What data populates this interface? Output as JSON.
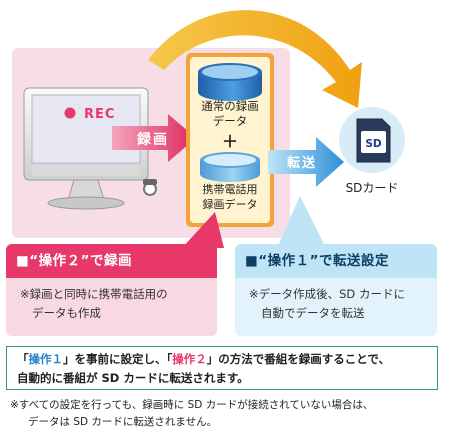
{
  "diagram": {
    "rec_screen_label": "REC",
    "record_arrow_label": "録画",
    "top_disk_label_line1": "通常の録画",
    "top_disk_label_line2": "データ",
    "plus_sign": "＋",
    "bottom_disk_label_line1": "携帯電話用",
    "bottom_disk_label_line2": "録画データ",
    "transfer_arrow_label": "転送",
    "sd_card_text": "SD",
    "sd_card_caption": "SDカード"
  },
  "callouts": {
    "recording": {
      "title": "■“操作２”で録画",
      "body_line1": "※録画と同時に携帯電話用の",
      "body_line2": "データも作成"
    },
    "transfer": {
      "title": "■“操作１”で転送設定",
      "body_line1": "※データ作成後、SD カードに",
      "body_line2": "自動でデータを転送"
    }
  },
  "summary": {
    "open_bracket_1": "「",
    "op1": "操作１",
    "mid_1": "」を事前に設定し、「",
    "op2": "操作２",
    "mid_2": "」の方法で番組を録画することで、",
    "line2": "自動的に番組が SD カードに転送されます。"
  },
  "note": {
    "line1": "※すべての設定を行っても、録画時に SD カードが接続されていない場合は、",
    "line2": "データは SD カードに転送されません。"
  },
  "colors": {
    "accent_pink": "#e8386a",
    "accent_blue": "#2a7fd0",
    "panel_pink": "#f9d9e1",
    "panel_blue": "#e3f3fb",
    "arrow_orange": "#f0a818",
    "border_green": "#3a9e5a"
  }
}
